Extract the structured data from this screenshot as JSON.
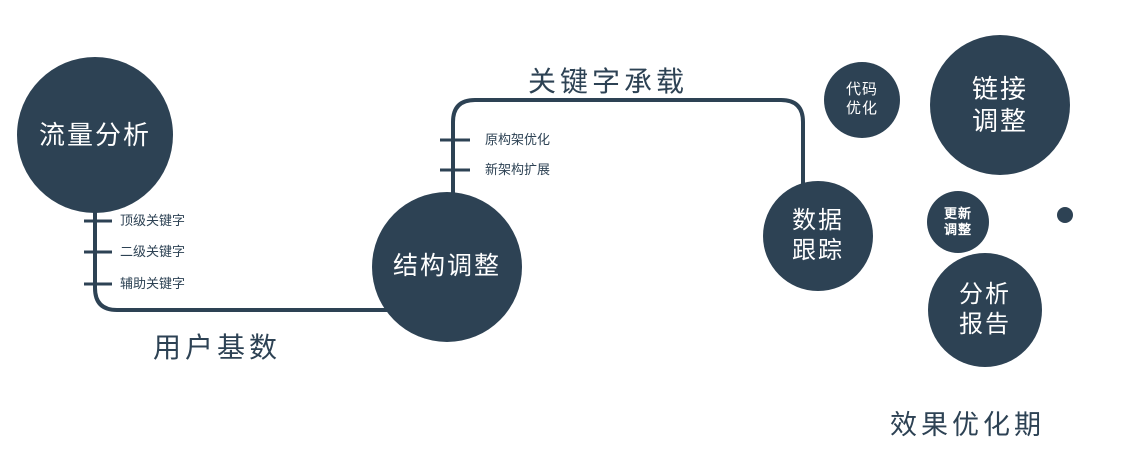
{
  "colors": {
    "primary": "#2d4254",
    "background": "#ffffff",
    "node_text": "#ffffff"
  },
  "nodes": {
    "traffic": {
      "label": "流量分析"
    },
    "structure": {
      "label": "结构调整"
    },
    "tracking": {
      "line1": "数据",
      "line2": "跟踪"
    },
    "code": {
      "line1": "代码",
      "line2": "优化"
    },
    "link": {
      "line1": "链接",
      "line2": "调整"
    },
    "update": {
      "line1": "更新",
      "line2": "调整"
    },
    "report": {
      "line1": "分析",
      "line2": "报告"
    }
  },
  "edges": {
    "user_base": {
      "label": "用户基数",
      "ticks": [
        "顶级关键字",
        "二级关键字",
        "辅助关键字"
      ]
    },
    "keyword_carry": {
      "label": "关键字承载",
      "ticks": [
        "原构架优化",
        "新架构扩展"
      ]
    }
  },
  "footer": {
    "label": "效果优化期"
  }
}
